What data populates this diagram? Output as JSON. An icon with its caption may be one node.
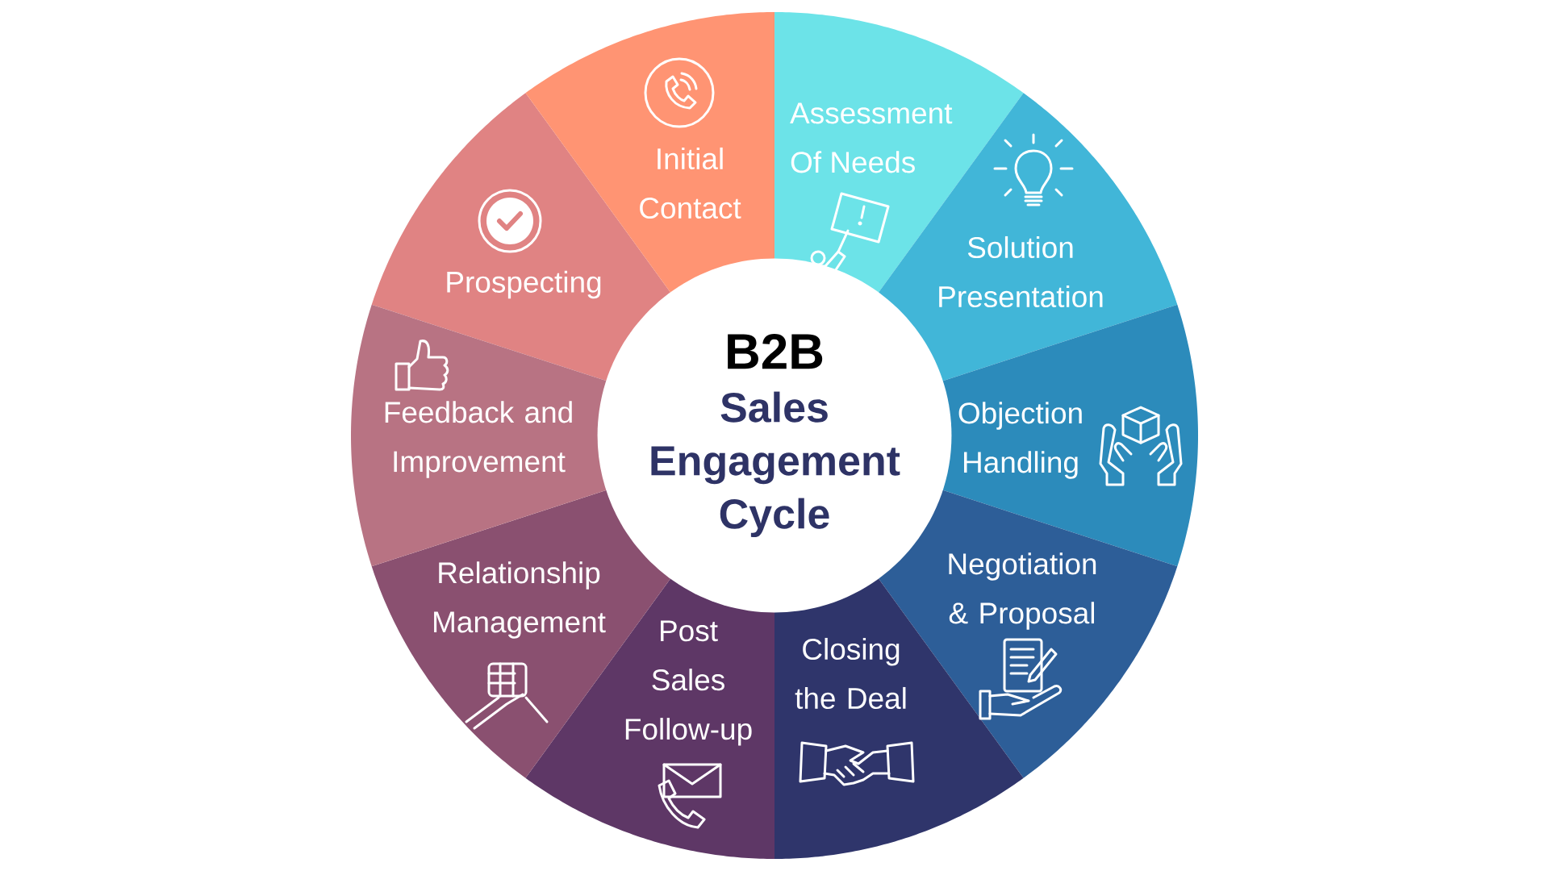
{
  "diagram": {
    "nodes": [
      {
        "text": [
          "B2B",
          "Sales Engagement Cycle"
        ]
      },
      {
        "text": [
          "Prospecting"
        ]
      },
      {
        "text": [
          "Initial Contact"
        ]
      },
      {
        "text": [
          "Assessment Of Needs"
        ]
      },
      {
        "text": [
          "Solution Presentation"
        ]
      },
      {
        "text": [
          "Objection Handling"
        ]
      },
      {
        "text": [
          "Negotiation & Proposal"
        ]
      },
      {
        "text": [
          "Closing the Deal"
        ]
      },
      {
        "text": [
          "Post Sales Follow-up"
        ]
      },
      {
        "text": [
          "Relationship Management"
        ]
      },
      {
        "text": [
          "Feedback and Improvement"
        ]
      }
    ]
  }
}
